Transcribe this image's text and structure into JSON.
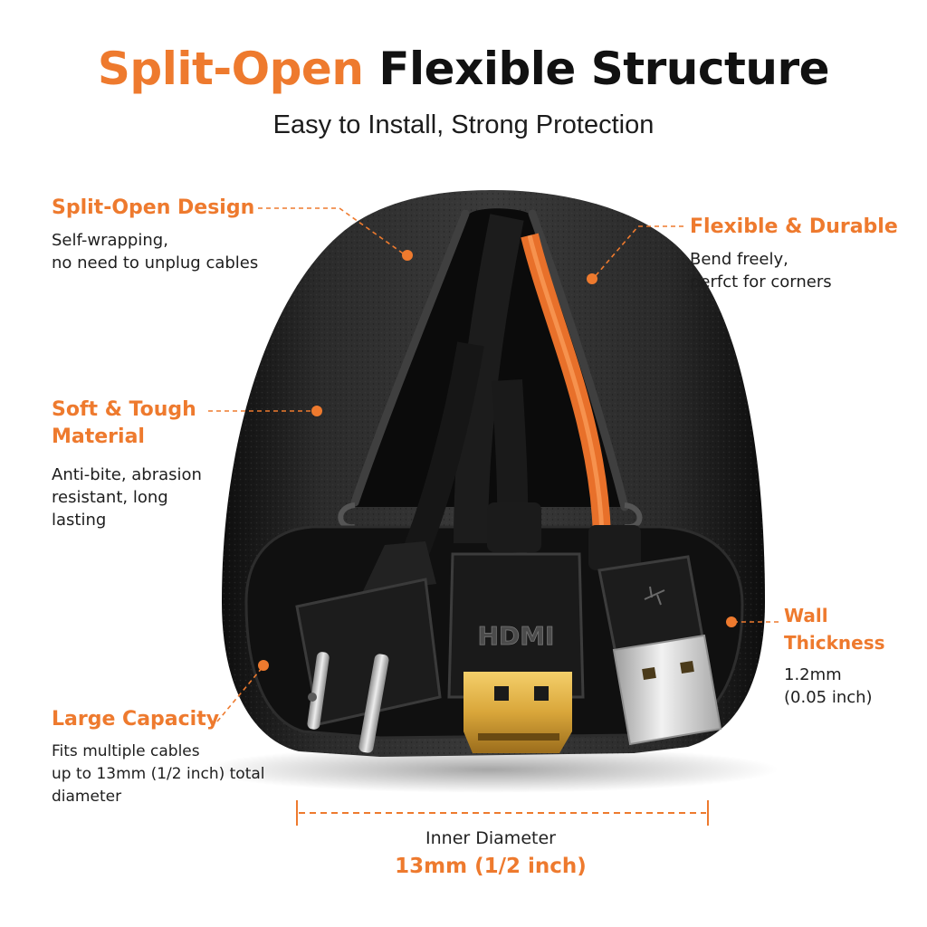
{
  "header": {
    "title_accent": "Split-Open",
    "title_rest": "Flexible Structure",
    "subtitle": "Easy to Install, Strong Protection"
  },
  "callouts": {
    "split_open": {
      "title": "Split-Open Design",
      "body_line1": "Self-wrapping,",
      "body_line2": "no need to unplug cables"
    },
    "flexible": {
      "title": "Flexible & Durable",
      "body_line1": "Bend freely,",
      "body_line2": "perfct for corners"
    },
    "material": {
      "title_line1": "Soft & Tough",
      "title_line2": "Material",
      "body_line1": "Anti-bite, abrasion",
      "body_line2": "resistant, long",
      "body_line3": "lasting"
    },
    "wall": {
      "title": "Wall Thickness",
      "body_line1": "1.2mm",
      "body_line2": "(0.05 inch)"
    },
    "capacity": {
      "title": "Large Capacity",
      "body_line1": "Fits multiple cables",
      "body_line2": "up to 13mm (1/2 inch) total",
      "body_line3": "diameter"
    }
  },
  "dimension": {
    "label": "Inner Diameter",
    "value": "13mm (1/2 inch)"
  },
  "product": {
    "hdmi_logo": "HDMI",
    "usb_icon": "usb-icon"
  },
  "colors": {
    "accent": "#ee7a2e",
    "sleeve": "#1b1b1b",
    "text": "#1a1a1a",
    "gold": "#d9a63a"
  }
}
